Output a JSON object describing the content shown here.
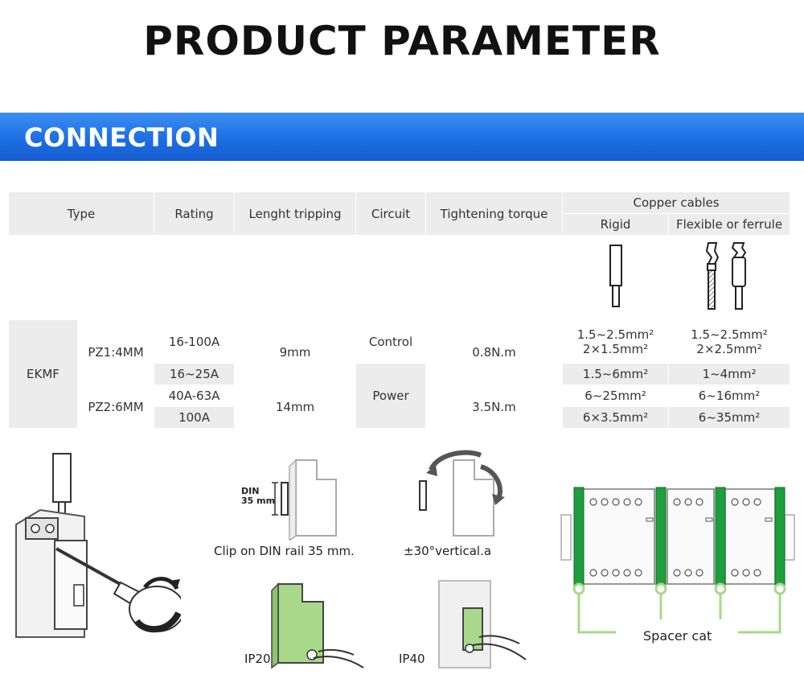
{
  "page": {
    "title": "PRODUCT PARAMETER",
    "section": "CONNECTION"
  },
  "table": {
    "headers": {
      "type": "Type",
      "rating": "Rating",
      "length": "Lenght tripping",
      "circuit": "Circuit",
      "torque": "Tightening torque",
      "copper": "Copper cables",
      "rigid": "Rigid",
      "flexible": "Flexible or ferrule"
    },
    "type_value": "EKMF",
    "pz1": {
      "label": "PZ1:4MM",
      "ratings": [
        "16-100A",
        "16~25A"
      ],
      "length": "9mm"
    },
    "pz2": {
      "label": "PZ2:6MM",
      "ratings": [
        "40A-63A",
        "100A"
      ],
      "length": "14mm"
    },
    "circuits": [
      "Control",
      "Power"
    ],
    "torques": [
      "0.8N.m",
      "3.5N.m"
    ],
    "rigid": [
      "1.5~2.5mm²",
      "2×1.5mm²",
      "1.5~6mm²",
      "6~25mm²",
      "6×3.5mm²"
    ],
    "flexible": [
      "1.5~2.5mm²",
      "2×2.5mm²",
      "1~4mm²",
      "6~16mm²",
      "6~35mm²"
    ]
  },
  "figures": {
    "din_label_1": "DIN",
    "din_label_2": "35 mm",
    "din_caption": "Clip on DIN rail 35 mm.",
    "vertical_caption": "±30°vertical.a",
    "ip20": "IP20",
    "ip40": "IP40",
    "spacer": "Spacer cat"
  },
  "colors": {
    "banner": "#1d6fe3",
    "device_green": "#a8d98a",
    "spacer_green": "#1e9e3c"
  }
}
